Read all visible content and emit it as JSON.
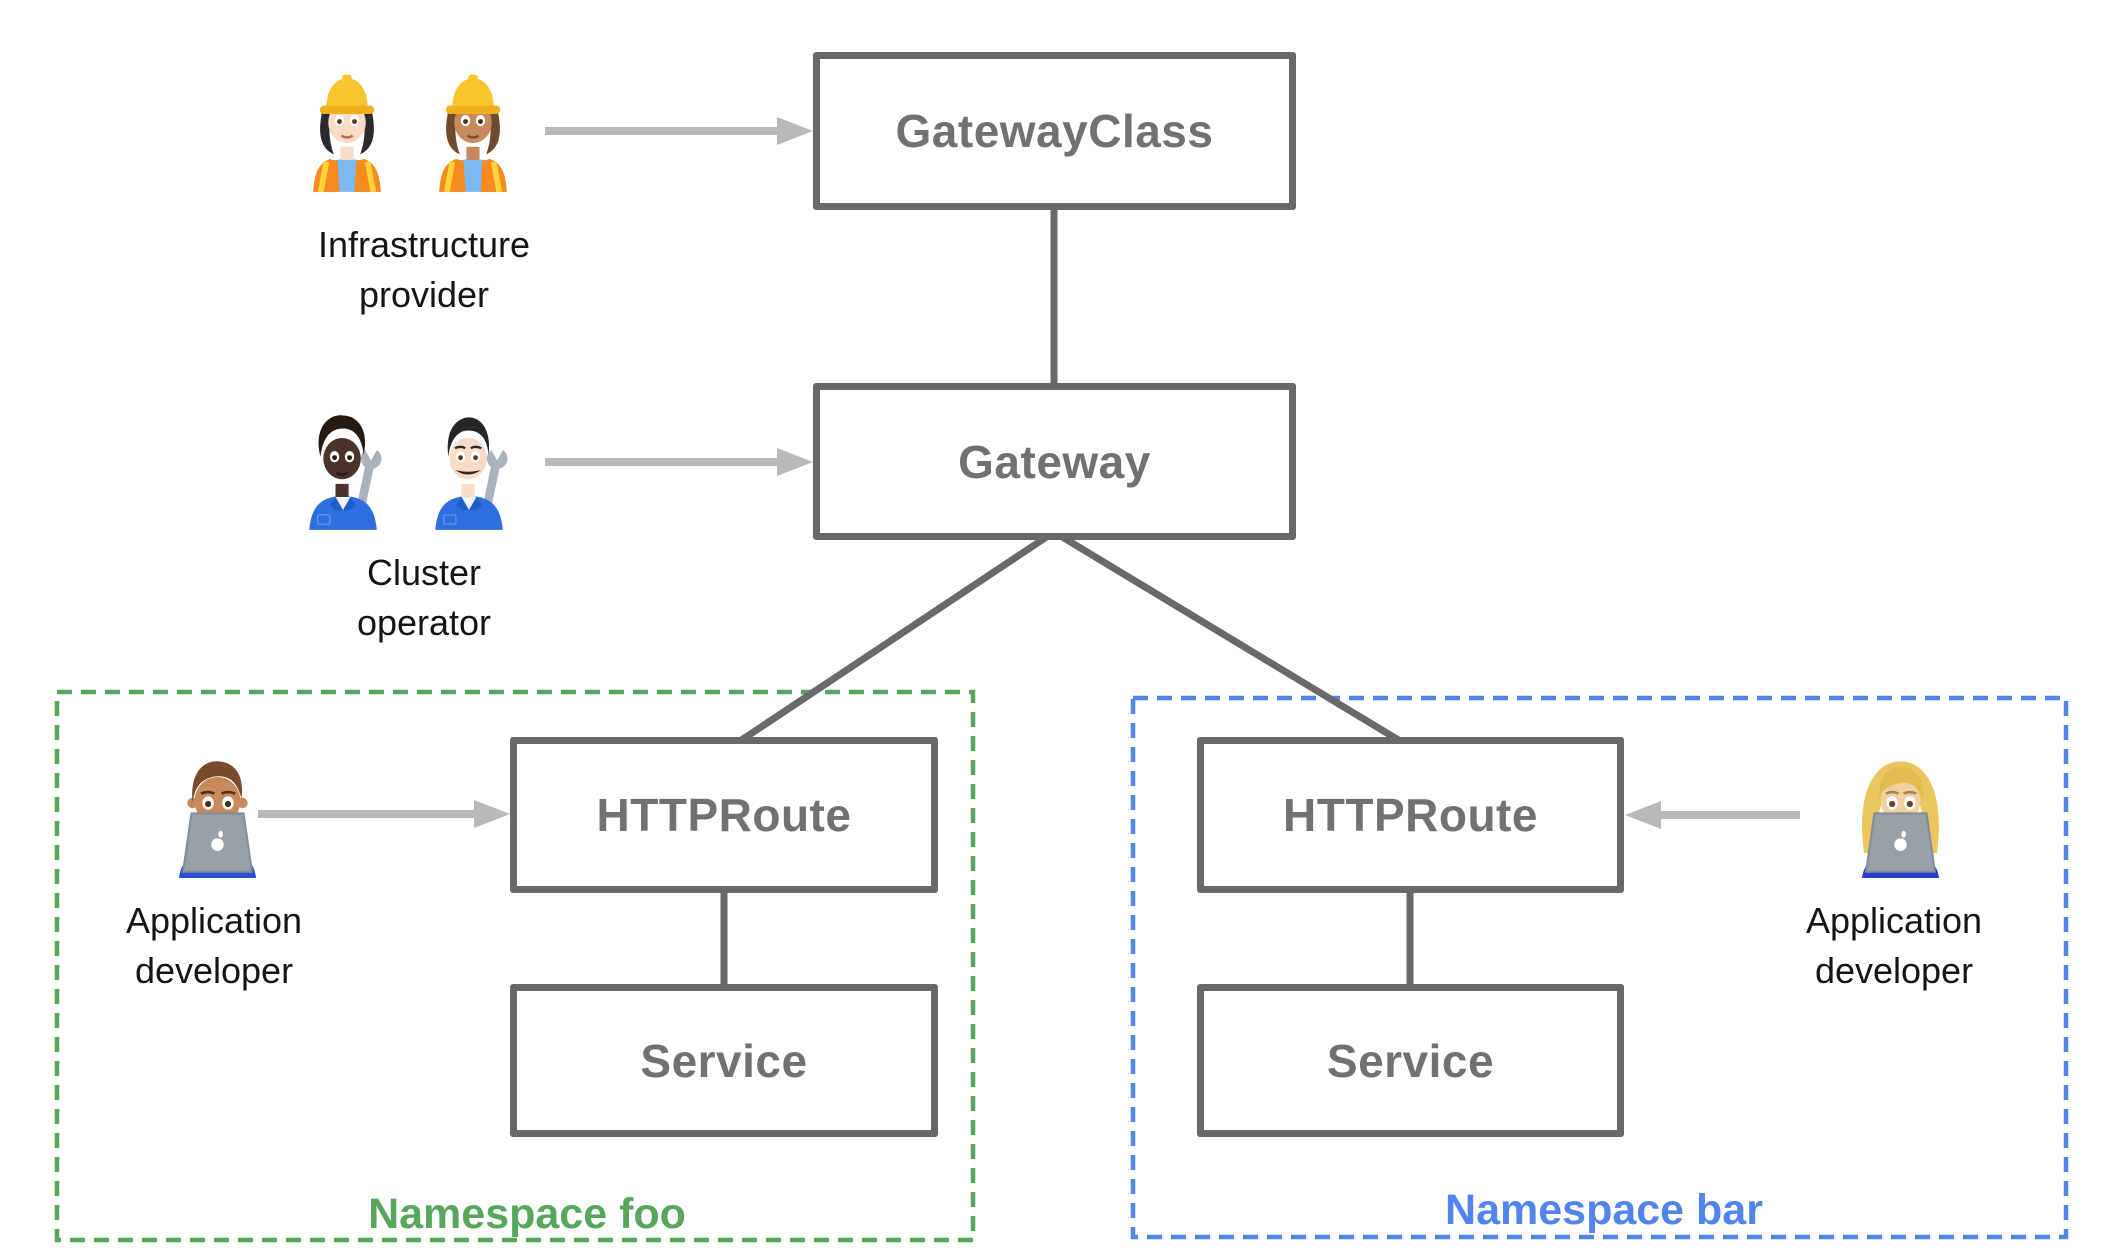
{
  "colors": {
    "box_border": "#696969",
    "box_text": "#717171",
    "connector": "#696969",
    "arrow": "#b9b9b9",
    "namespace_foo_green": "#57a65c",
    "namespace_bar_blue": "#5184ec",
    "persona_text": "#151515",
    "background": "#ffffff"
  },
  "nodes": {
    "gatewayclass": "GatewayClass",
    "gateway": "Gateway",
    "httproute_foo": "HTTPRoute",
    "service_foo": "Service",
    "httproute_bar": "HTTPRoute",
    "service_bar": "Service"
  },
  "namespaces": {
    "foo": "Namespace foo",
    "bar": "Namespace bar"
  },
  "personas": {
    "infrastructure_provider": {
      "line1": "Infrastructure",
      "line2": "provider",
      "icons": [
        "woman-construction-worker-light-icon",
        "woman-construction-worker-medium-icon"
      ]
    },
    "cluster_operator": {
      "line1": "Cluster",
      "line2": "operator",
      "icons": [
        "mechanic-dark-skin-icon",
        "man-mechanic-light-icon"
      ]
    },
    "application_developer_foo": {
      "line1": "Application",
      "line2": "developer",
      "icons": [
        "man-technologist-icon"
      ]
    },
    "application_developer_bar": {
      "line1": "Application",
      "line2": "developer",
      "icons": [
        "woman-technologist-icon"
      ]
    }
  }
}
